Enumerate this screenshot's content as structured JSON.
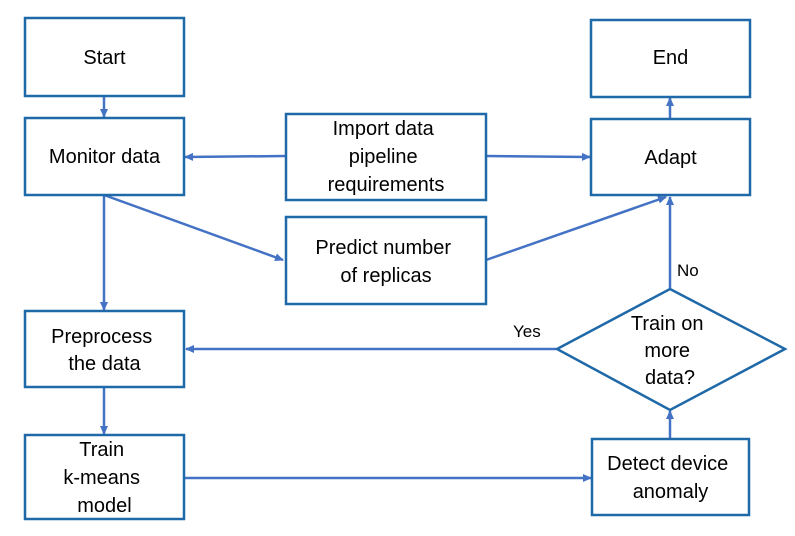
{
  "diagram": {
    "colors": {
      "box_border": "#1f69a8",
      "arrow": "#4472c4",
      "text": "#000000",
      "background": "#ffffff"
    },
    "nodes": {
      "start": {
        "lines": [
          "Start"
        ]
      },
      "monitor": {
        "lines": [
          "Monitor data"
        ]
      },
      "preprocess": {
        "lines": [
          "Preprocess",
          "the data"
        ]
      },
      "train": {
        "lines": [
          "Train",
          "k-means",
          "model"
        ]
      },
      "import": {
        "lines": [
          "Import data",
          "pipeline",
          "requirements"
        ]
      },
      "predict": {
        "lines": [
          "Predict number",
          "of replicas"
        ]
      },
      "end": {
        "lines": [
          "End"
        ]
      },
      "adapt": {
        "lines": [
          "Adapt"
        ]
      },
      "decision": {
        "lines": [
          "Train on",
          "more",
          "data?"
        ]
      },
      "detect": {
        "lines": [
          "Detect device",
          "anomaly"
        ]
      }
    },
    "edge_labels": {
      "yes": "Yes",
      "no": "No"
    }
  }
}
